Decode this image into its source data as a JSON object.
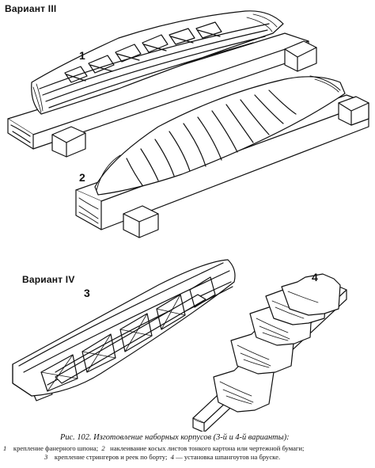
{
  "labels": {
    "variant_3": "Вариант III",
    "variant_4": "Вариант IV",
    "part_1": "1",
    "part_2": "2",
    "part_3": "3",
    "part_4": "4"
  },
  "caption": {
    "title": "Рис. 102. Изготовление наборных корпусов (3-й и 4-й варианты):",
    "n1": "1",
    "item1": "крепление фанерного шпона;",
    "n2": "2",
    "item2": "наклеивание косых листов тонкого картона или чертежной бумаги;",
    "n3": "3",
    "item3": "крепление стрингеров и реек по борту;",
    "n4": "4",
    "item4": "— установка шпангоутов на бруске."
  }
}
